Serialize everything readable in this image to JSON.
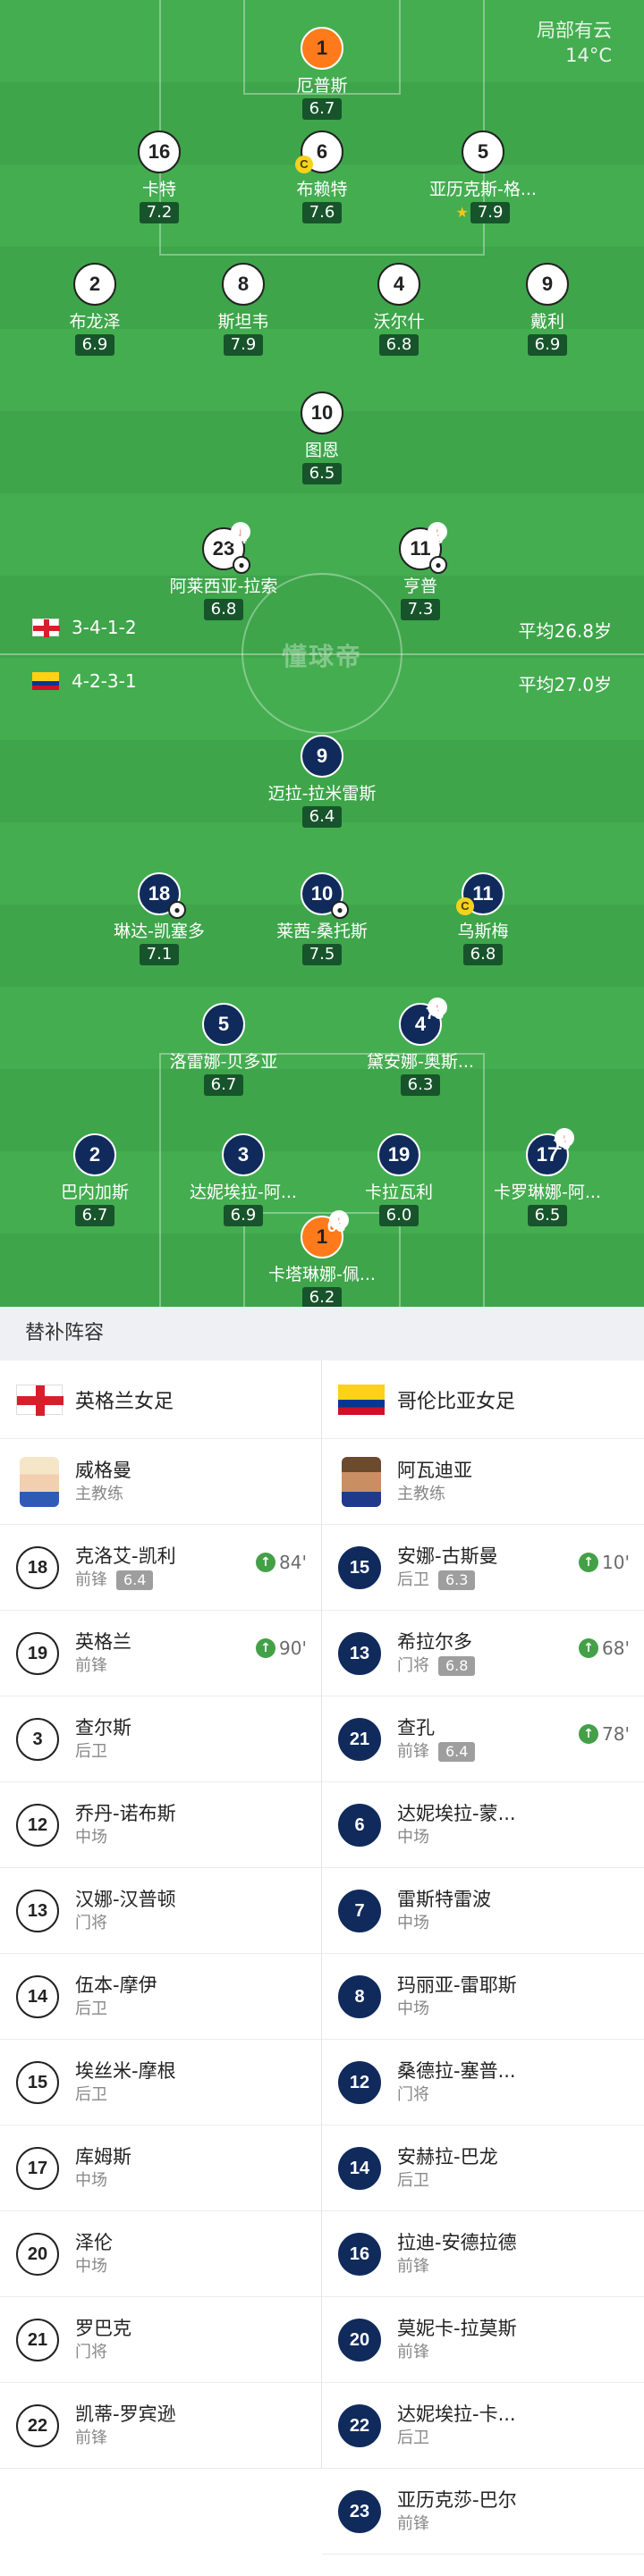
{
  "weather": {
    "desc": "局部有云",
    "temp": "14°C"
  },
  "watermark": "懂球帝",
  "home_team": {
    "formation": "3-4-1-2",
    "avg_age": "平均26.8岁"
  },
  "away_team": {
    "formation": "4-2-3-1",
    "avg_age": "平均27.0岁"
  },
  "home_players": [
    {
      "num": "1",
      "name": "厄普斯",
      "rating": "6.7",
      "gk": true
    },
    {
      "num": "16",
      "name": "卡特",
      "rating": "7.2"
    },
    {
      "num": "6",
      "name": "布赖特",
      "rating": "7.6",
      "captain": true
    },
    {
      "num": "5",
      "name": "亚历克斯-格...",
      "rating": "7.9",
      "star": true
    },
    {
      "num": "2",
      "name": "布龙泽",
      "rating": "6.9"
    },
    {
      "num": "8",
      "name": "斯坦韦",
      "rating": "7.9"
    },
    {
      "num": "4",
      "name": "沃尔什",
      "rating": "6.8"
    },
    {
      "num": "9",
      "name": "戴利",
      "rating": "6.9"
    },
    {
      "num": "10",
      "name": "图恩",
      "rating": "6.5"
    },
    {
      "num": "23",
      "name": "阿莱西亚-拉索",
      "rating": "6.8",
      "sub_time": "84'",
      "goal": true
    },
    {
      "num": "11",
      "name": "亨普",
      "rating": "7.3",
      "sub_time": "90'",
      "goal": true
    }
  ],
  "away_players": [
    {
      "num": "9",
      "name": "迈拉-拉米雷斯",
      "rating": "6.4"
    },
    {
      "num": "18",
      "name": "琳达-凯塞多",
      "rating": "7.1",
      "goal": true
    },
    {
      "num": "10",
      "name": "莱茜-桑托斯",
      "rating": "7.5",
      "goal": true
    },
    {
      "num": "11",
      "name": "乌斯梅",
      "rating": "6.8",
      "captain": true
    },
    {
      "num": "5",
      "name": "洛雷娜-贝多亚",
      "rating": "6.7"
    },
    {
      "num": "4",
      "name": "黛安娜-奥斯...",
      "rating": "6.3",
      "sub_time": "78'"
    },
    {
      "num": "2",
      "name": "巴内加斯",
      "rating": "6.7"
    },
    {
      "num": "3",
      "name": "达妮埃拉-阿...",
      "rating": "6.9"
    },
    {
      "num": "19",
      "name": "卡拉瓦利",
      "rating": "6.0"
    },
    {
      "num": "17",
      "name": "卡罗琳娜-阿...",
      "rating": "6.5",
      "sub_time": "10'"
    },
    {
      "num": "1",
      "name": "卡塔琳娜-佩...",
      "rating": "6.2",
      "sub_time": "68'",
      "gk": true
    }
  ],
  "bench": {
    "title": "替补阵容",
    "home_name": "英格兰女足",
    "away_name": "哥伦比亚女足",
    "home_coach": {
      "name": "威格曼",
      "role": "主教练"
    },
    "away_coach": {
      "name": "阿瓦迪亚",
      "role": "主教练"
    },
    "home_subs": [
      {
        "num": "18",
        "name": "克洛艾-凯利",
        "pos": "前锋",
        "rating": "6.4",
        "in": "84'"
      },
      {
        "num": "19",
        "name": "英格兰",
        "pos": "前锋",
        "in": "90'"
      },
      {
        "num": "3",
        "name": "查尔斯",
        "pos": "后卫"
      },
      {
        "num": "12",
        "name": "乔丹-诺布斯",
        "pos": "中场"
      },
      {
        "num": "13",
        "name": "汉娜-汉普顿",
        "pos": "门将"
      },
      {
        "num": "14",
        "name": "伍本-摩伊",
        "pos": "后卫"
      },
      {
        "num": "15",
        "name": "埃丝米-摩根",
        "pos": "后卫"
      },
      {
        "num": "17",
        "name": "库姆斯",
        "pos": "中场"
      },
      {
        "num": "20",
        "name": "泽伦",
        "pos": "中场"
      },
      {
        "num": "21",
        "name": "罗巴克",
        "pos": "门将"
      },
      {
        "num": "22",
        "name": "凯蒂-罗宾逊",
        "pos": "前锋"
      }
    ],
    "away_subs": [
      {
        "num": "15",
        "name": "安娜-古斯曼",
        "pos": "后卫",
        "rating": "6.3",
        "in": "10'"
      },
      {
        "num": "13",
        "name": "希拉尔多",
        "pos": "门将",
        "rating": "6.8",
        "in": "68'"
      },
      {
        "num": "21",
        "name": "查孔",
        "pos": "前锋",
        "rating": "6.4",
        "in": "78'"
      },
      {
        "num": "6",
        "name": "达妮埃拉-蒙...",
        "pos": "中场"
      },
      {
        "num": "7",
        "name": "雷斯特雷波",
        "pos": "中场"
      },
      {
        "num": "8",
        "name": "玛丽亚-雷耶斯",
        "pos": "中场"
      },
      {
        "num": "12",
        "name": "桑德拉-塞普...",
        "pos": "门将"
      },
      {
        "num": "14",
        "name": "安赫拉-巴龙",
        "pos": "后卫"
      },
      {
        "num": "16",
        "name": "拉迪-安德拉德",
        "pos": "前锋"
      },
      {
        "num": "20",
        "name": "莫妮卡-拉莫斯",
        "pos": "前锋"
      },
      {
        "num": "22",
        "name": "达妮埃拉-卡...",
        "pos": "后卫"
      },
      {
        "num": "23",
        "name": "亚历克莎-巴尔",
        "pos": "前锋"
      }
    ]
  }
}
